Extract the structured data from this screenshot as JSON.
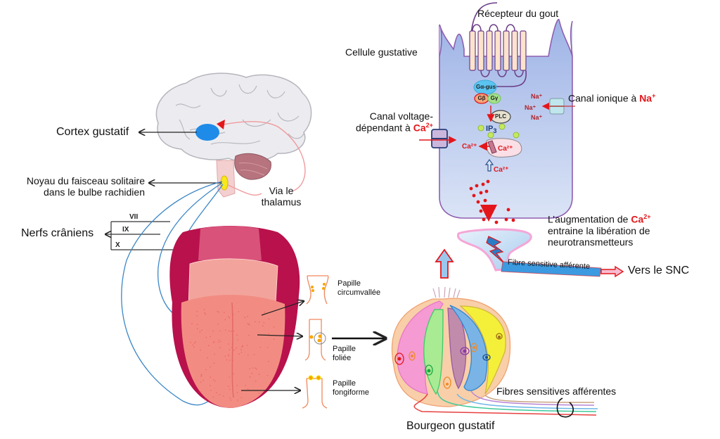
{
  "title": "Voie gustative : de la papille au cortex",
  "left_panel": {
    "cortex_label": "Cortex gustatif",
    "nucleus_label_line1": "Noyau du faisceau solitaire",
    "nucleus_label_line2": "dans le bulbe rachidien",
    "thalamus_label_line1": "Via le",
    "thalamus_label_line2": "thalamus",
    "cranial_nerves_label": "Nerfs crâniens",
    "cranial_nerves": [
      "VII",
      "IX",
      "X"
    ],
    "papillae": [
      {
        "line1": "Papille",
        "line2": "circumvallée"
      },
      {
        "line1": "Papille",
        "line2": "foliée"
      },
      {
        "line1": "Papille",
        "line2": "fongiforme"
      }
    ]
  },
  "cell_panel": {
    "cell_label": "Cellule gustative",
    "receptor_label": "Récepteur du gout",
    "g_protein": {
      "alpha": "Gα-gus",
      "beta": "Gβ",
      "gamma": "Gγ"
    },
    "plc": "PLC",
    "ip3": "IP",
    "ip3_sub": "3",
    "na_channel_label": "Canal ionique à ",
    "na_ion": "Na",
    "na_charge": "+",
    "na_ions_inside": [
      "Na⁺",
      "Na⁺",
      "Na⁺"
    ],
    "ca_channel_label_line1": "Canal voltage-",
    "ca_channel_label_line2": "dépendant à ",
    "ca_ion": "Ca",
    "ca_charge": "2+",
    "ca_internal": [
      "Ca²⁺",
      "Ca²⁺",
      "Ca²⁺"
    ],
    "release_label_line1": "L’augmentation de ",
    "release_label_line2": "entraine la libération de",
    "release_label_line3": "neurotransmetteurs",
    "fibre_label": "Fibre sensitive afférente",
    "to_cns_label": "Vers le SNC"
  },
  "bud_panel": {
    "bud_label": "Bourgeon gustatif",
    "fibres_label": "Fibres sensitives afférentes"
  },
  "colors": {
    "ion_red": "#e3161b",
    "cell_fill": "#b8c8ee",
    "cell_border": "#8e5fb0",
    "nerve_blue": "#3b86c6",
    "tongue_pink": "#f28c82",
    "tongue_dark": "#b8114c",
    "cortex_blue": "#1f8be8",
    "nucleus_yellow": "#f7e91b"
  }
}
